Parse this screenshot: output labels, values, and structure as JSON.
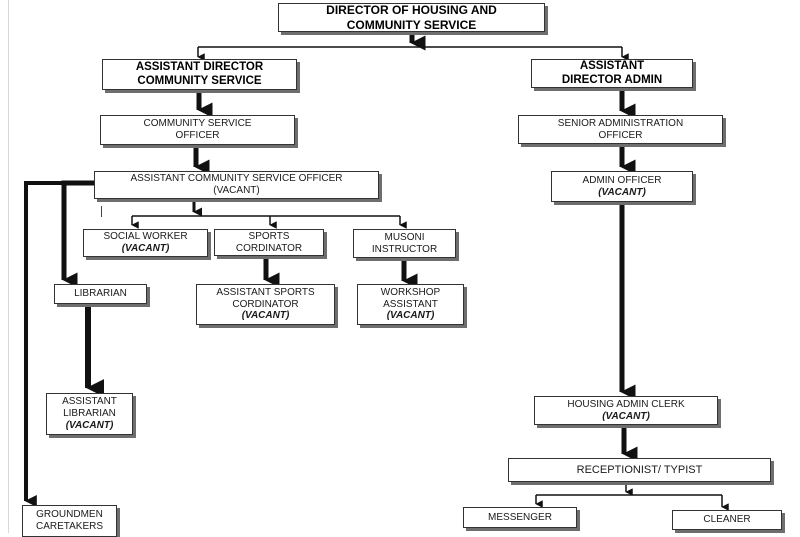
{
  "colors": {
    "connector": "#111111",
    "box_border": "#333333",
    "box_shadow": "#6e6e6e"
  },
  "director": {
    "line1": "DIRECTOR OF HOUSING AND",
    "line2": "COMMUNITY SERVICE"
  },
  "ad_community": {
    "line1": "ASSISTANT DIRECTOR",
    "line2": "COMMUNITY SERVICE"
  },
  "ad_admin": {
    "line1": "ASSISTANT",
    "line2": "DIRECTOR ADMIN"
  },
  "cso": {
    "line1": "COMMUNITY SERVICE",
    "line2": "OFFICER"
  },
  "sao": {
    "line1": "SENIOR ADMINISTRATION",
    "line2": "OFFICER"
  },
  "acso": {
    "line1": "ASSISTANT COMMUNITY SERVICE OFFICER",
    "line2": "(VACANT)"
  },
  "admin_officer": {
    "line1": "ADMIN OFFICER",
    "status": "(VACANT)"
  },
  "social_worker": {
    "line1": "SOCIAL WORKER",
    "status": "(VACANT)"
  },
  "sports": {
    "line1": "SPORTS",
    "line2": "CORDINATOR"
  },
  "musoni": {
    "line1": "MUSONI",
    "line2": "INSTRUCTOR"
  },
  "librarian": {
    "line1": "LIBRARIAN"
  },
  "asst_sports": {
    "line1": "ASSISTANT SPORTS",
    "line2": "CORDINATOR",
    "status": "(VACANT)"
  },
  "workshop": {
    "line1": "WORKSHOP",
    "line2": "ASSISTANT",
    "status": "(VACANT)"
  },
  "asst_librarian": {
    "line1": "ASSISTANT",
    "line2": "LIBRARIAN",
    "status": "(VACANT)"
  },
  "housing_clerk": {
    "line1": "HOUSING ADMIN CLERK",
    "status": "(VACANT)"
  },
  "receptionist": {
    "line1": "RECEPTIONIST/ TYPIST"
  },
  "groundmen": {
    "line1": "GROUNDMEN",
    "line2": "CARETAKERS"
  },
  "messenger": {
    "line1": "MESSENGER"
  },
  "cleaner": {
    "line1": "CLEANER"
  }
}
